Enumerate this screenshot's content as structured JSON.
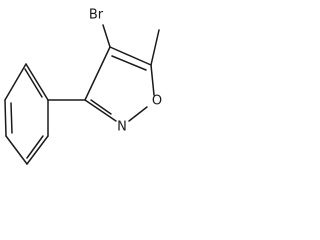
{
  "molecule": {
    "atoms": {
      "bromine": "Br",
      "oxygen": "O",
      "nitrogen": "N"
    }
  },
  "colors": {
    "bond": "#1a1a1a",
    "background": "#ffffff"
  }
}
